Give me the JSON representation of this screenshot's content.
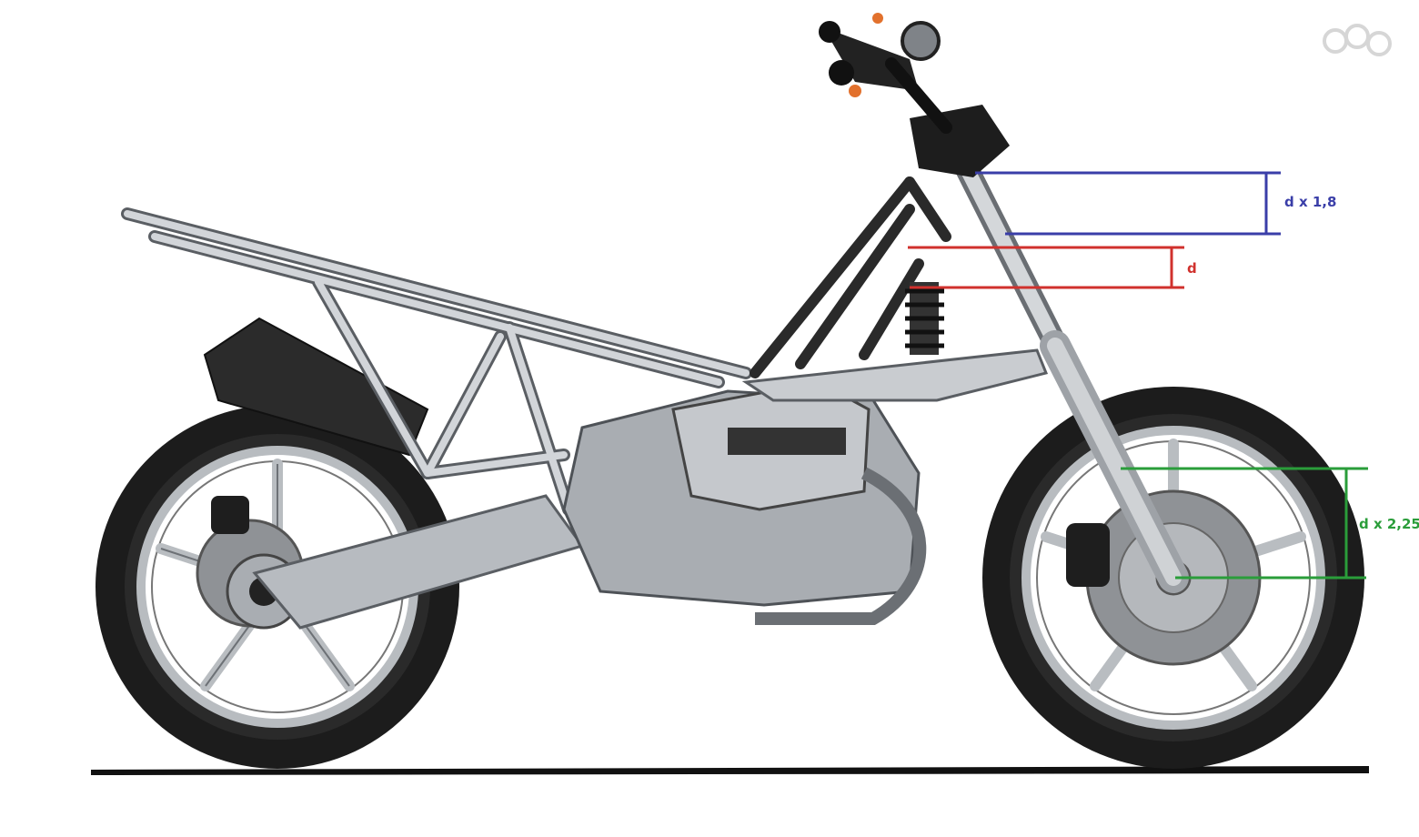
{
  "annotations": {
    "steering_head": {
      "label": "d x 1,8",
      "color": "#3a3ea8"
    },
    "shock_mount": {
      "label": "d",
      "color": "#d0312d"
    },
    "front_wheel": {
      "label": "d x 2,25",
      "color": "#2a9d3a"
    }
  },
  "watermark": {
    "name": "site-logo-icon",
    "color": "#d9d9d9"
  },
  "colors": {
    "tire": "#1c1c1c",
    "rim": "#b8bcc0",
    "frame": "#c9ccd0",
    "frame_edge": "#5a5e63",
    "engine": "#a9adb2",
    "disc": "#8f9296",
    "ground": "#111111"
  }
}
